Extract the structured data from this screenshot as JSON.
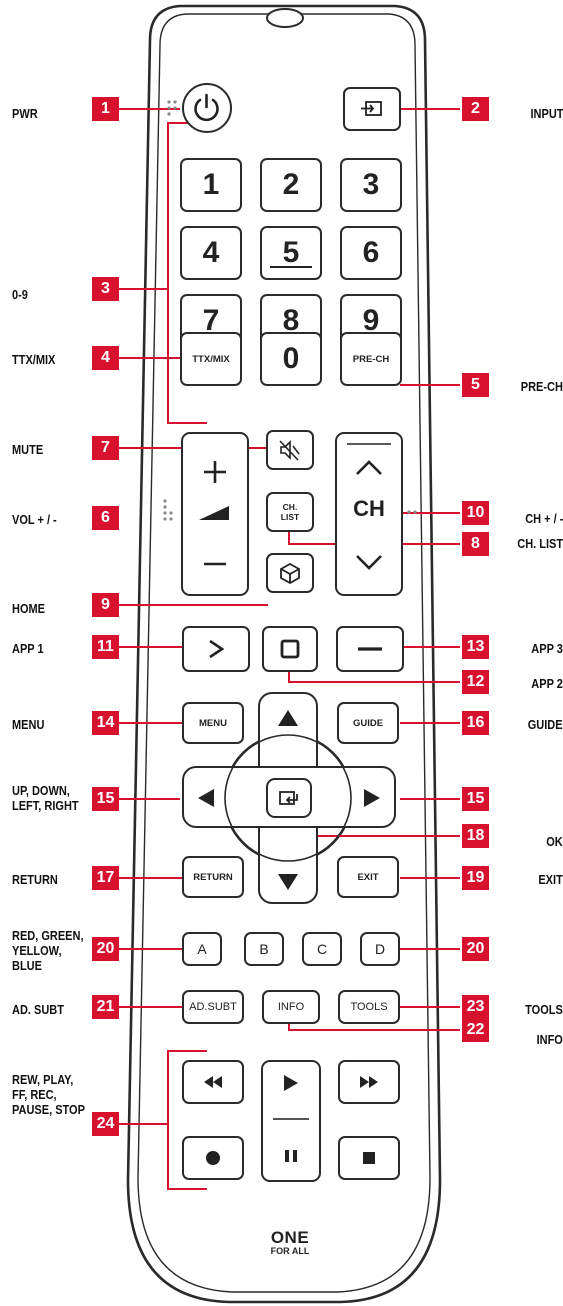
{
  "left_labels": {
    "pwr": "PWR",
    "digits": "0-9",
    "ttx": "TTX/MIX",
    "mute": "MUTE",
    "vol": "VOL + / -",
    "home": "HOME",
    "app1": "APP 1",
    "menu": "MENU",
    "arrows": [
      "UP, DOWN,",
      "LEFT, RIGHT"
    ],
    "return": "RETURN",
    "colors": [
      "RED, GREEN,",
      "YELLOW,",
      "BLUE"
    ],
    "adsubt": "AD. SUBT",
    "transport": [
      "REW, PLAY,",
      "FF, REC,",
      "PAUSE, STOP"
    ]
  },
  "right_labels": {
    "input": "INPUT",
    "prech": "PRE-CH",
    "ch": "CH + / -",
    "chlist": "CH. LIST",
    "app3": "APP 3",
    "app2": "APP 2",
    "guide": "GUIDE",
    "ok": "OK",
    "exit": "EXIT",
    "tools": "TOOLS",
    "info": "INFO"
  },
  "badges": {
    "b1": "1",
    "b2": "2",
    "b3": "3",
    "b4": "4",
    "b5": "5",
    "b6": "6",
    "b7": "7",
    "b8": "8",
    "b9": "9",
    "b10": "10",
    "b11": "11",
    "b12": "12",
    "b13": "13",
    "b14": "14",
    "b15a": "15",
    "b15b": "15",
    "b16": "16",
    "b17": "17",
    "b18": "18",
    "b19": "19",
    "b20a": "20",
    "b20b": "20",
    "b21": "21",
    "b22": "22",
    "b23": "23",
    "b24": "24"
  },
  "keys": {
    "digits": [
      "1",
      "2",
      "3",
      "4",
      "5",
      "6",
      "7",
      "8",
      "9",
      "0"
    ],
    "ttx": "TTX/MIX",
    "prech": "PRE-CH",
    "ch": "CH",
    "chlist": [
      "CH.",
      "LIST"
    ],
    "menu": "MENU",
    "guide": "GUIDE",
    "return": "RETURN",
    "exit": "EXIT",
    "a": "A",
    "b": "B",
    "c": "C",
    "d": "D",
    "adsubt": "AD.SUBT",
    "info": "INFO",
    "tools": "TOOLS"
  },
  "brand": {
    "top": "ONE",
    "bottom": "FOR ALL"
  },
  "colors": {
    "accent": "#d8112f",
    "outline": "#2a2a2a"
  }
}
